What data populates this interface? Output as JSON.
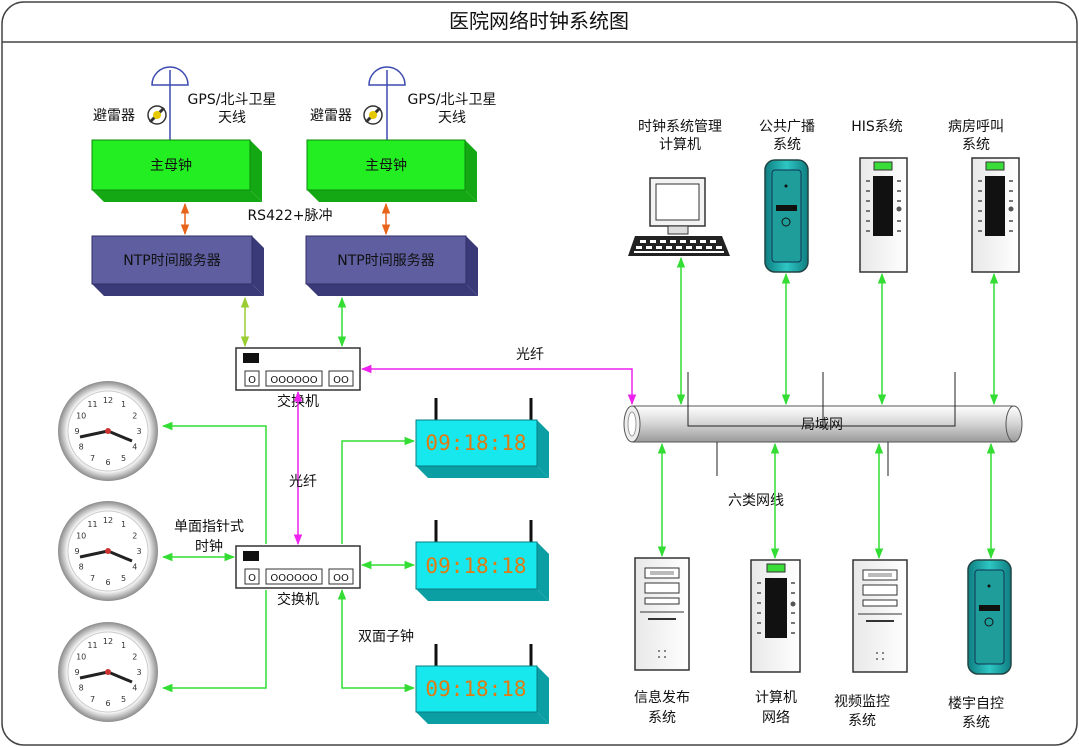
{
  "title": "医院网络时钟系统图",
  "antenna_label": [
    "GPS/北斗卫星",
    "天线"
  ],
  "lightning_label": "避雷器",
  "master_clock_label": "主母钟",
  "ntp_label": "NTP时间服务器",
  "rs422_label": "RS422+脉冲",
  "switch_label": "交换机",
  "switch_ports": "OOOOOO",
  "switch_port_small": "OO",
  "switch_port_single": "O",
  "fiber_label": "光纤",
  "fiber_label_2": "光纤",
  "analog_clock_label": [
    "单面指针式",
    "时钟"
  ],
  "digital_clock_time": "09:18:18",
  "double_clock_label": "双面子钟",
  "lan_label": "局域网",
  "cat6_label": "六类网线",
  "top_systems": [
    {
      "label": [
        "时钟系统管理",
        "计算机"
      ]
    },
    {
      "label": [
        "公共广播",
        "系统"
      ]
    },
    {
      "label": [
        "HIS系统"
      ]
    },
    {
      "label": [
        "病房呼叫",
        "系统"
      ]
    }
  ],
  "bottom_systems": [
    {
      "label": [
        "信息发布",
        "系统"
      ]
    },
    {
      "label": [
        "计算机",
        "网络"
      ]
    },
    {
      "label": [
        "视频监控",
        "系统"
      ]
    },
    {
      "label": [
        "楼宇自控",
        "系统"
      ]
    }
  ],
  "colors": {
    "master_green": "#22ee22",
    "ntp_purple": "#5e5ea0",
    "digital_cyan": "#17e8ee",
    "link_green": "#33dd33",
    "link_orange": "#e8641a",
    "link_olive": "#9acd32",
    "fiber_magenta": "#ee22ee"
  }
}
